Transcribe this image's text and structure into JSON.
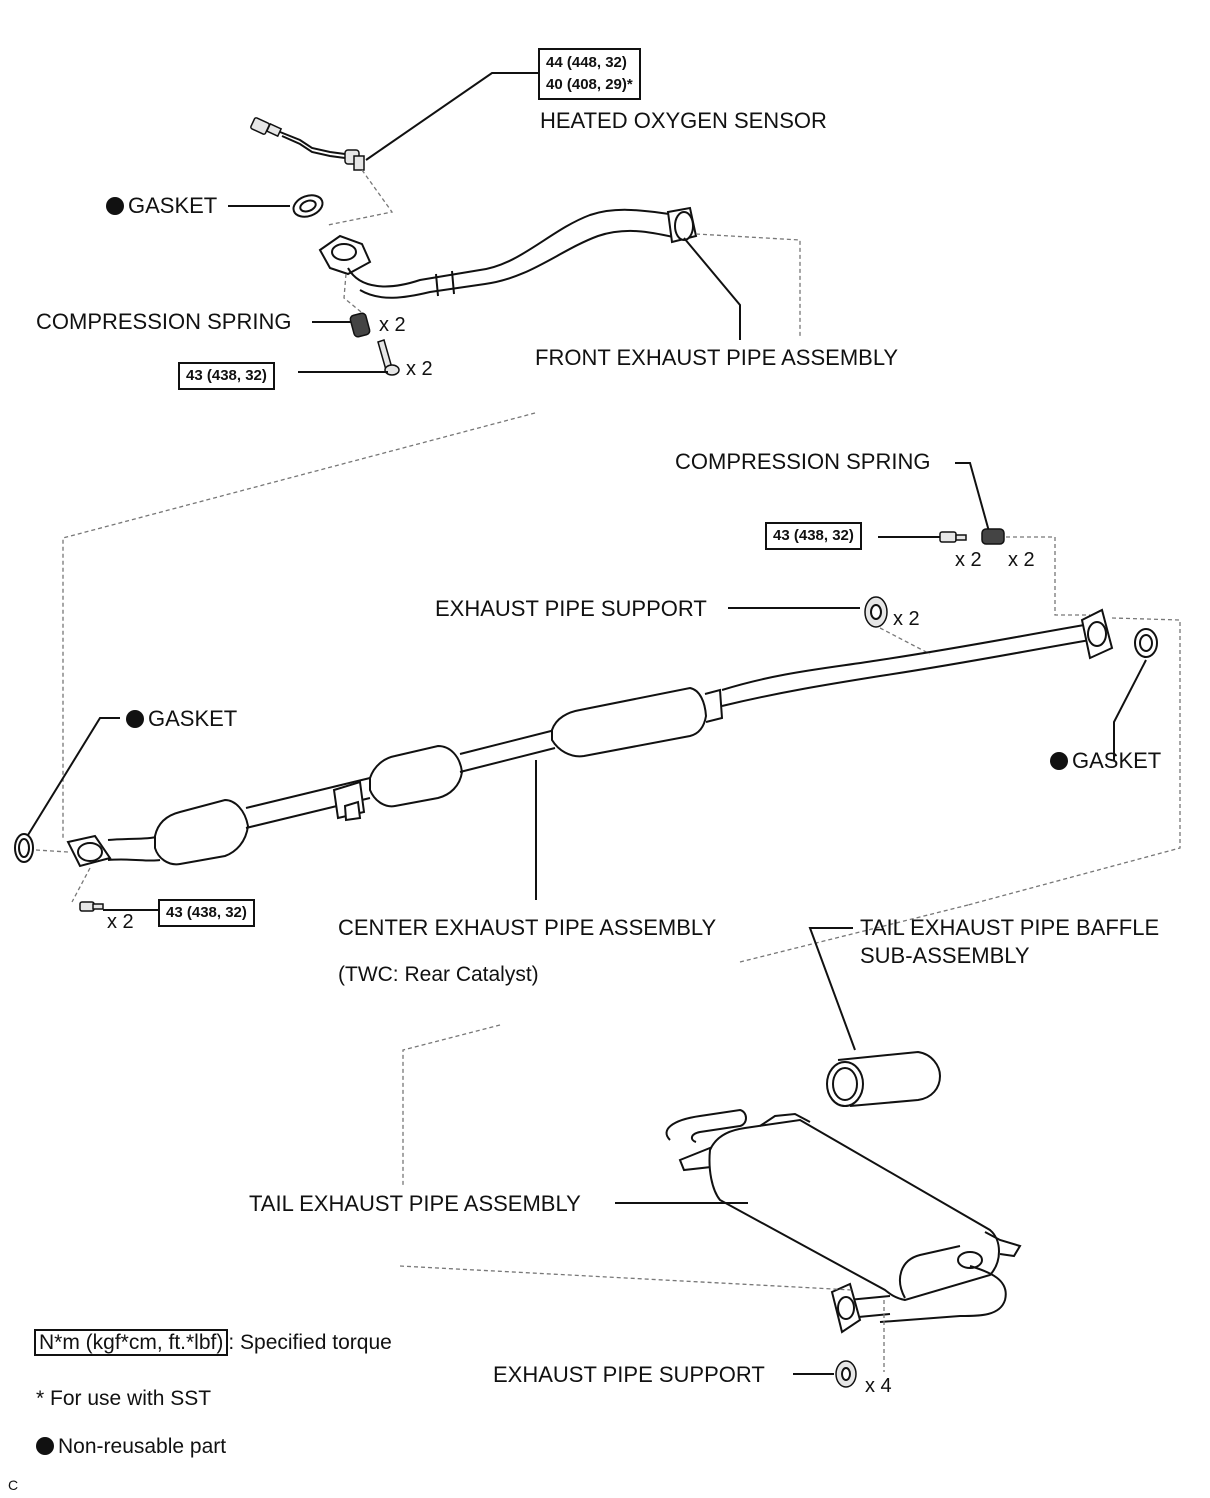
{
  "torques": {
    "sensor_line1": "44 (448, 32)",
    "sensor_line2": "40 (408, 29)*",
    "front_bolt": "43 (438, 32)",
    "center_spring_bolt": "43 (438, 32)",
    "center_front_bolt": "43 (438, 32)"
  },
  "labels": {
    "heated_oxygen_sensor": "HEATED OXYGEN SENSOR",
    "gasket": "GASKET",
    "compression_spring": "COMPRESSION SPRING",
    "front_exhaust_pipe": "FRONT EXHAUST PIPE ASSEMBLY",
    "compression_spring_2": "COMPRESSION SPRING",
    "exhaust_pipe_support": "EXHAUST PIPE SUPPORT",
    "gasket_2": "GASKET",
    "gasket_3": "GASKET",
    "center_exhaust_pipe": "CENTER EXHAUST PIPE ASSEMBLY",
    "twc_note": "(TWC: Rear Catalyst)",
    "baffle_line1": "TAIL EXHAUST PIPE BAFFLE",
    "baffle_line2": "SUB-ASSEMBLY",
    "tail_exhaust_pipe": "TAIL EXHAUST PIPE ASSEMBLY",
    "exhaust_pipe_support_2": "EXHAUST PIPE SUPPORT"
  },
  "quantities": {
    "spring_front": "x 2",
    "bolt_front": "x 2",
    "bolt_center": "x 2",
    "spring_center": "x 2",
    "support_center": "x 2",
    "bolt_center_front": "x 2",
    "support_tail": "x 4"
  },
  "legend": {
    "torque_box": "N*m (kgf*cm, ft.*lbf)",
    "torque_desc": ": Specified torque",
    "sst_note": "* For use with SST",
    "non_reusable": "Non-reusable part"
  },
  "corner_mark": "C"
}
